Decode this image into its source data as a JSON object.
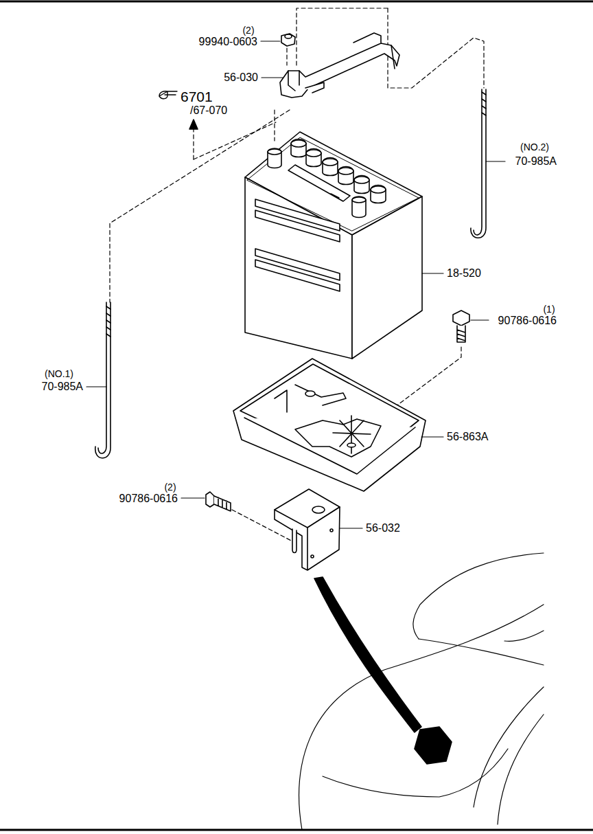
{
  "diagram": {
    "labels": [
      "(2)",
      "99940-0603",
      "56-030",
      "6701",
      "/67-070",
      "(NO.2)",
      "70-985A",
      "18-520",
      "(1)",
      "90786-0616",
      "(NO.1)",
      "70-985A",
      "56-863A",
      "(2)",
      "90786-0616",
      "56-032"
    ]
  }
}
